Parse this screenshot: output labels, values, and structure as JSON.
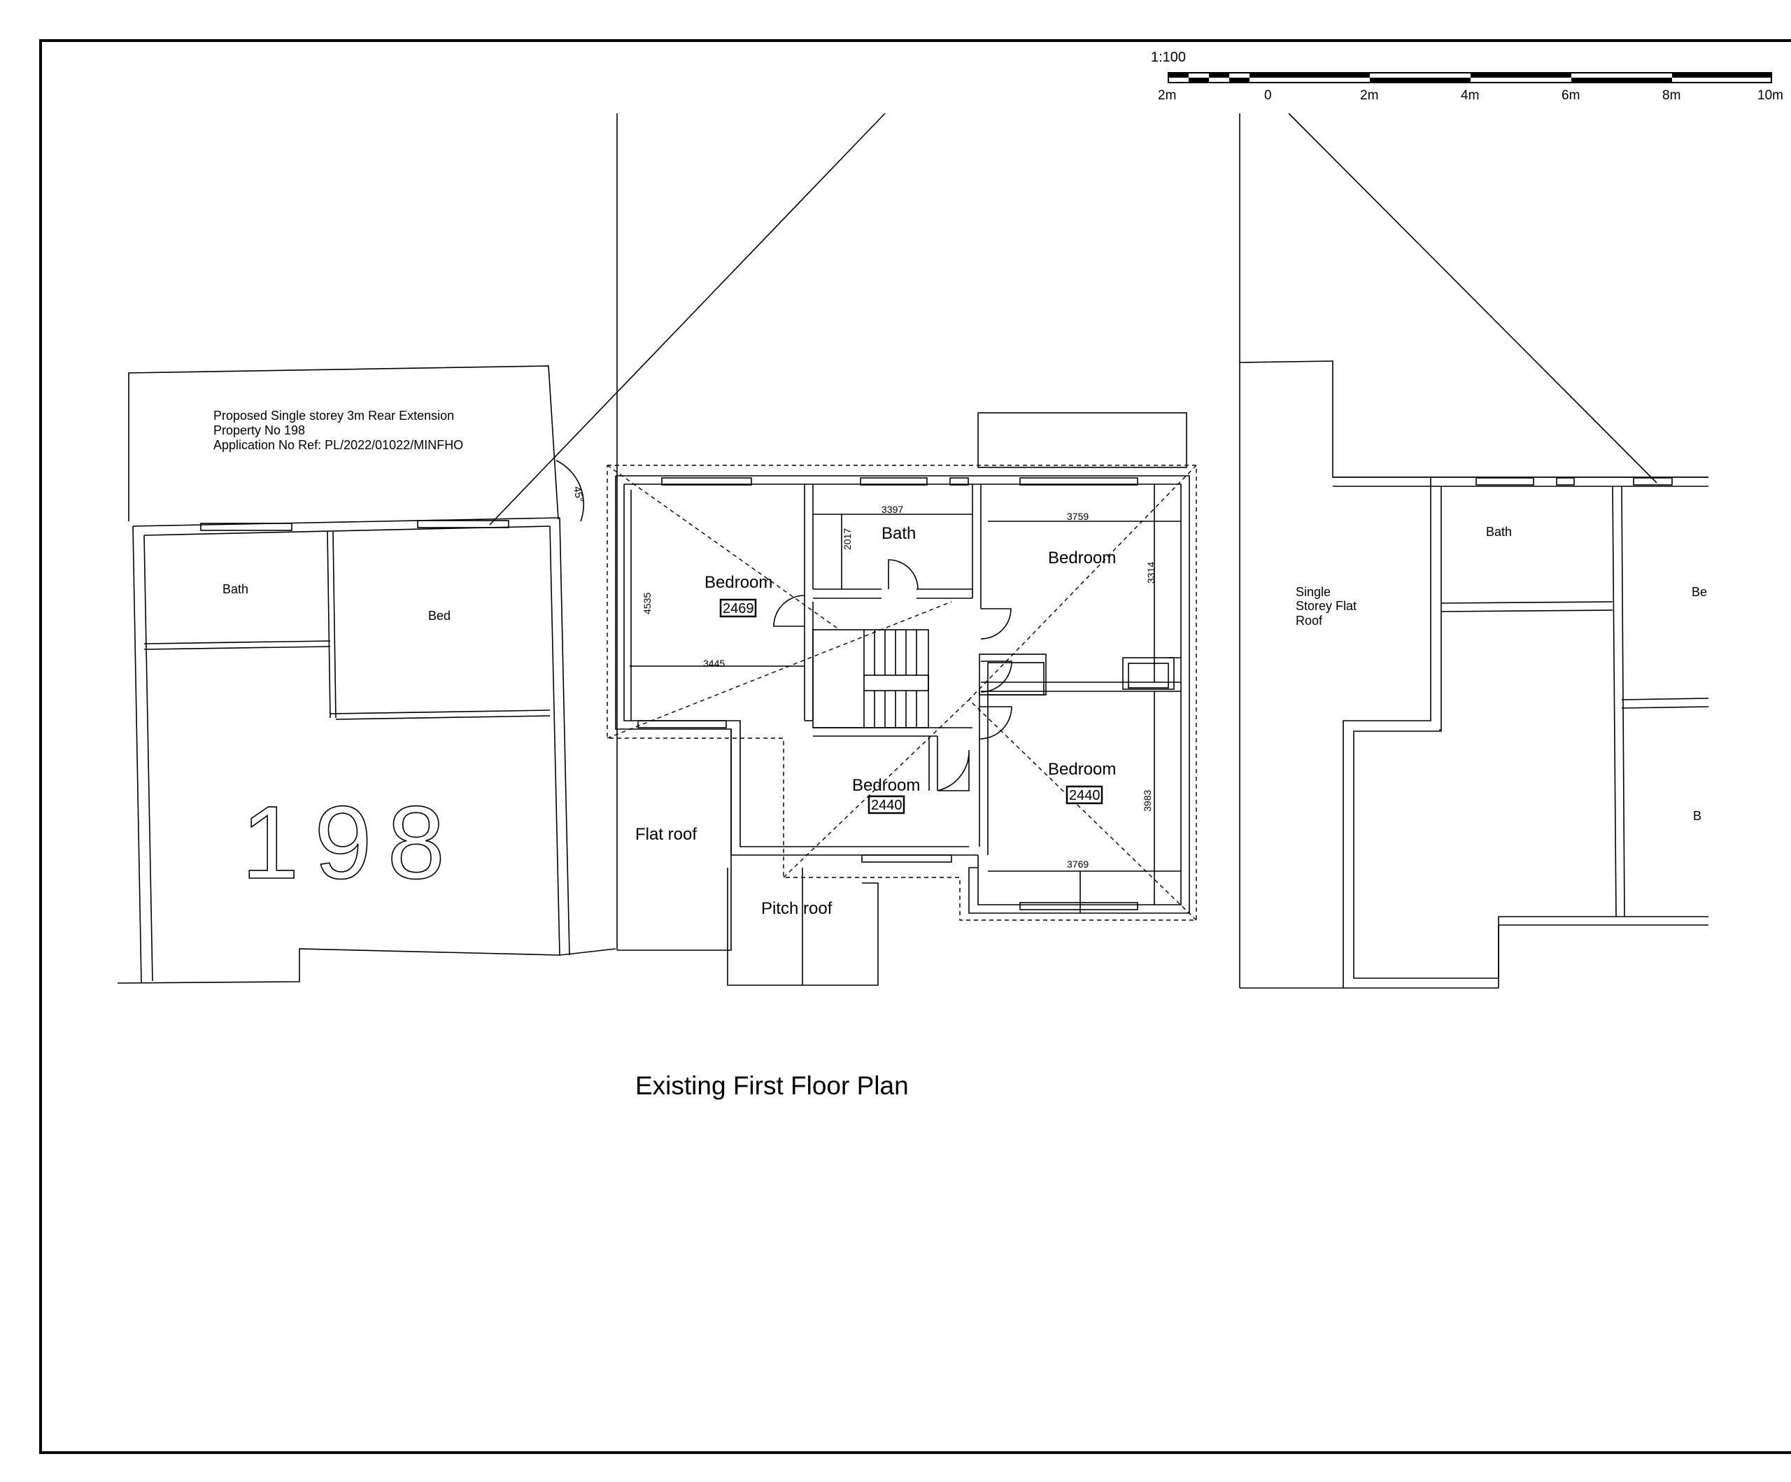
{
  "scale_bar": {
    "ratio": "1:100",
    "ticks": [
      "2m",
      "0",
      "2m",
      "4m",
      "6m",
      "8m",
      "10m"
    ]
  },
  "left_neighbour": {
    "note_lines": [
      "Proposed Single storey 3m Rear Extension",
      "Property No 198",
      "Application No Ref: PL/2022/01022/MINFHO"
    ],
    "angle": "45°",
    "room_bath": "Bath",
    "room_bed": "Bed",
    "house_number": "198"
  },
  "main_house": {
    "bedroom_1": {
      "label": "Bedroom",
      "height": "2469",
      "dim_vertical": "4535",
      "dim_horizontal": "3445"
    },
    "bath": {
      "label": "Bath",
      "dim_horizontal": "3397",
      "dim_vertical": "2017"
    },
    "bedroom_2": {
      "label": "Bedroom",
      "dim_horizontal": "3759",
      "dim_vertical": "3314"
    },
    "bedroom_3": {
      "label": "Bedroom",
      "height": "2440"
    },
    "bedroom_4": {
      "label": "Bedroom",
      "height": "2440",
      "dim_vertical": "3983",
      "dim_horizontal": "3769"
    },
    "flat_roof": "Flat roof",
    "pitch_roof": "Pitch roof"
  },
  "right_neighbour": {
    "roof_note_lines": [
      "Single",
      "Storey Flat",
      "Roof"
    ],
    "room_bath": "Bath",
    "room_bed_partial_1": "Be",
    "room_bed_partial_2": "B"
  },
  "drawing_title": "Existing First Floor Plan"
}
